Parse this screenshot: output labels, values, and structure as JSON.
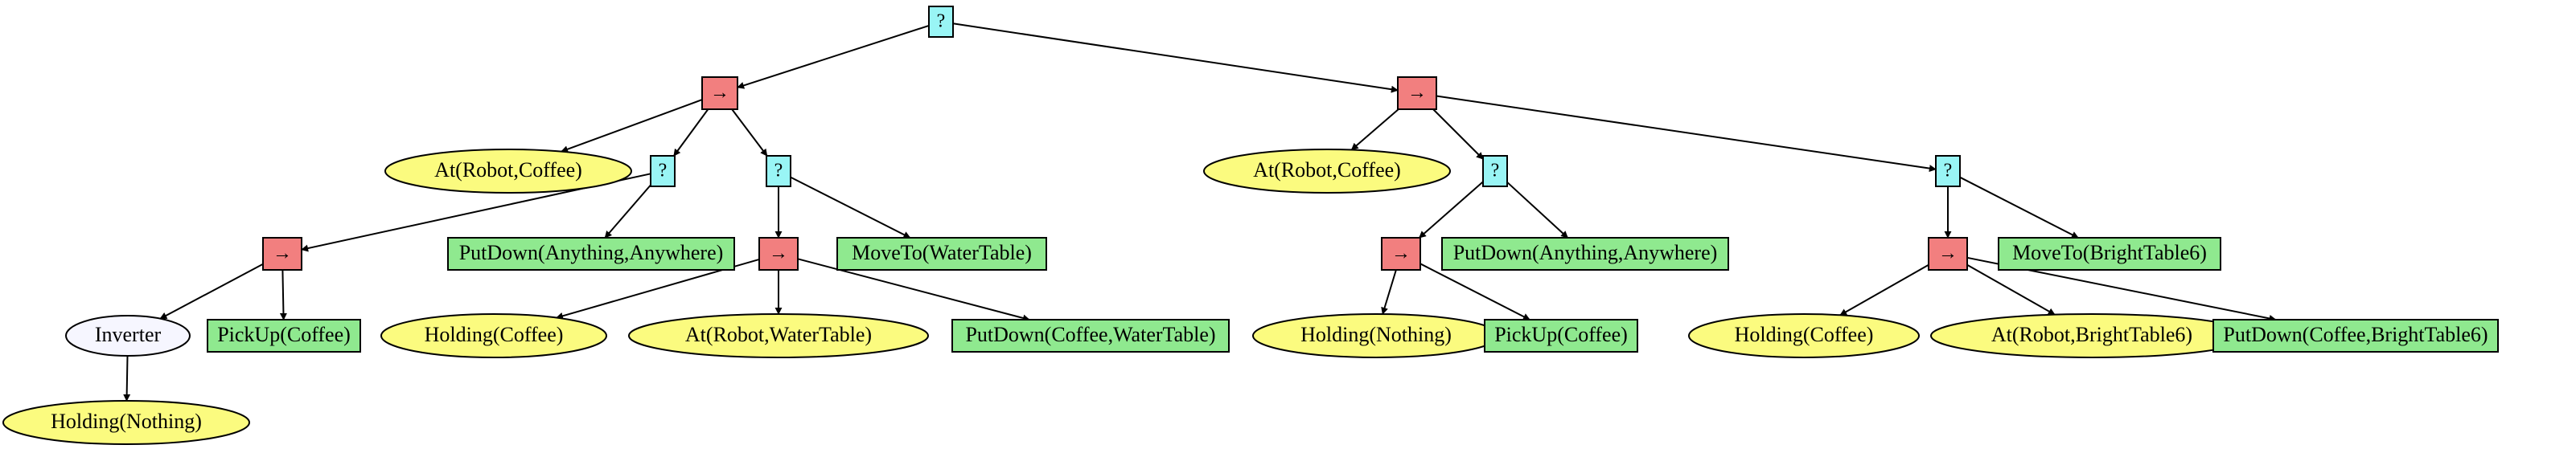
{
  "colors": {
    "fallback": "#99f5f5",
    "sequence": "#f27f7f",
    "condition": "#fbfb7f",
    "action": "#8fe98f",
    "decorator": "#f6f6ff"
  },
  "tree": {
    "root": {
      "label": "?"
    },
    "seq_left": {
      "label": "→"
    },
    "cond_at_coffee_left": {
      "label": "At(Robot,Coffee)"
    },
    "fb_pickup": {
      "label": "?"
    },
    "seq_pickup": {
      "label": "→"
    },
    "inverter": {
      "label": "Inverter"
    },
    "cond_holding_nothing_left": {
      "label": "Holding(Nothing)"
    },
    "act_pickup_left": {
      "label": "PickUp(Coffee)"
    },
    "act_putdown_any_left": {
      "label": "PutDown(Anything,Anywhere)"
    },
    "fb_water": {
      "label": "?"
    },
    "seq_water": {
      "label": "→"
    },
    "cond_holding_coffee_water": {
      "label": "Holding(Coffee)"
    },
    "cond_at_watertable": {
      "label": "At(Robot,WaterTable)"
    },
    "act_putdown_watertable": {
      "label": "PutDown(Coffee,WaterTable)"
    },
    "act_moveto_watertable": {
      "label": "MoveTo(WaterTable)"
    },
    "seq_right": {
      "label": "→"
    },
    "cond_at_coffee_right": {
      "label": "At(Robot,Coffee)"
    },
    "fb_pickup_right": {
      "label": "?"
    },
    "seq_pickup_right": {
      "label": "→"
    },
    "cond_holding_nothing_right": {
      "label": "Holding(Nothing)"
    },
    "act_pickup_right": {
      "label": "PickUp(Coffee)"
    },
    "act_putdown_any_right": {
      "label": "PutDown(Anything,Anywhere)"
    },
    "fb_bright": {
      "label": "?"
    },
    "seq_bright": {
      "label": "→"
    },
    "cond_holding_coffee_bright": {
      "label": "Holding(Coffee)"
    },
    "cond_at_brighttable": {
      "label": "At(Robot,BrightTable6)"
    },
    "act_putdown_brighttable": {
      "label": "PutDown(Coffee,BrightTable6)"
    },
    "act_moveto_brighttable": {
      "label": "MoveTo(BrightTable6)"
    }
  }
}
